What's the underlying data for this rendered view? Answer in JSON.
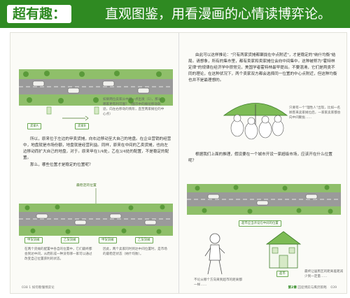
{
  "banner": {
    "tag": "超有趣：",
    "slogan": "直观图鉴，用看漫画的心情读博弈论。"
  },
  "left_page": {
    "fig1_labels": [
      "卖家A",
      "卖家B"
    ],
    "fig1_caption": "如果两位卖家从中间一点出发（1），那么，哪家更有利可图？（图示中的摊位移动轨迹，向左右移动的情形，直至两家摊位的中心点）",
    "paragraph1": "所以，原来位于左边的甲卖货摊，向右边移动至大自己的地盘。在企业营销的经营中，地盘就是市场份额，地盘就是经营利益。同样，原来在中间的乙卖货摊，也向左边移动而扩大自己的地盘，对于。原来甲在1/4处，乙在3/4处的配置，不是稳定的配置。",
    "paragraph2": "那么，哪些位置才是稳定的位置呢？",
    "fig2_top_label": "最稳定的位置",
    "fig2_tags": [
      "甲货货摊",
      "乙货货摊",
      "甲货货摊",
      "乙货货摊"
    ],
    "fig2_caption_left": "在两个货摊的配置中各自的位置中，它们最终都会到达中间，从而形成一种没有哪一家可以通过改变自己位置获利的状态。",
    "fig2_caption_right": "因此，两个卖家同时到达中间位置时，是市场的最稳定状态（纳什均衡）。",
    "footer": "038   1 如何看懂博弈论"
  },
  "right_page": {
    "paragraph1": "由此可以这样推论：\"只有两家货摊都聚拢在中点附近\"，才是稳定的\"纳什均衡\"结局。请想象，所有的集市里，都有卖家和卖家摊位会向中间集中。这种被称为\"霍特林定律\"的规律在经济学中很常见，美国学者霍特林最早提出。不要混淆，它们是两类不同的理论，在这种状况下，两个卖家双方都会选择同一位置的中心点附近，但这种均衡也并不是最理想的。",
    "fig3_caption": "只要有一个\"理性人\"出现，比如一名顾客来卖家摊位后，一家家卖家都会向中间聚拢……",
    "paragraph2": "根据我们上面的推理，假设要在一个城市开设一家超级市场，应该开在什么位置呢？",
    "fig4_tag": "超市应当开设在中间的位置",
    "fig4_caption_left": "不论从哪个方向来到超市的距离都一样……",
    "fig4_caption_right": "最终让居民区的距离差距减少到一定量……",
    "fig4_shop_label": "超市",
    "footer_chapter": "第2章",
    "footer_title": "囚徒博弈与鹰鸽策略",
    "footer_page": "039"
  }
}
